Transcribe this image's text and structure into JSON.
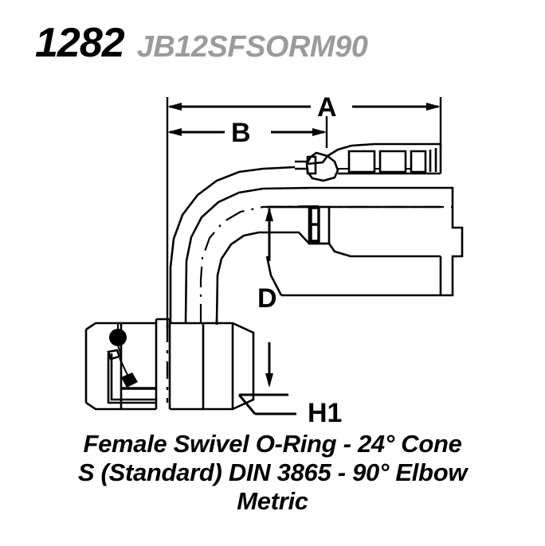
{
  "header": {
    "part_number": "1282",
    "part_code": "JB12SFSORM90"
  },
  "drawing": {
    "dimension_labels": {
      "a": "A",
      "b": "B",
      "d": "D",
      "h1": "H1"
    },
    "icons": {
      "o_ring": "o-ring-icon",
      "seal": "seal-icon"
    },
    "colors": {
      "line": "#000000",
      "background": "#ffffff",
      "part_code_gray": "#9b9b9b"
    }
  },
  "caption": {
    "line1": "Female Swivel O-Ring - 24° Cone",
    "line2": "S (Standard) DIN 3865 - 90° Elbow",
    "line3": "Metric"
  }
}
